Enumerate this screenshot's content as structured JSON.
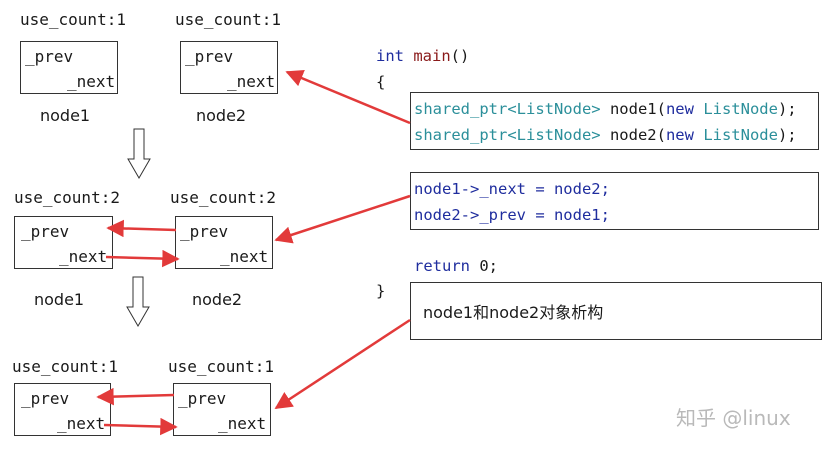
{
  "stages": [
    {
      "node1": {
        "use_count": "use_count:1",
        "prev": "_prev",
        "next": "_next",
        "name": "node1"
      },
      "node2": {
        "use_count": "use_count:1",
        "prev": "_prev",
        "next": "_next",
        "name": "node2"
      }
    },
    {
      "node1": {
        "use_count": "use_count:2",
        "prev": "_prev",
        "next": "_next",
        "name": "node1"
      },
      "node2": {
        "use_count": "use_count:2",
        "prev": "_prev",
        "next": "_next",
        "name": "node2"
      }
    },
    {
      "node1": {
        "use_count": "use_count:1",
        "prev": "_prev",
        "next": "_next"
      },
      "node2": {
        "use_count": "use_count:1",
        "prev": "_prev",
        "next": "_next"
      }
    }
  ],
  "code": {
    "sig_kw": "int",
    "sig_fn": "main",
    "sig_paren": "()",
    "open_brace": "{",
    "close_brace": "}",
    "line1": {
      "type": "shared_ptr<ListNode>",
      "rest1": " node1(",
      "new": "new",
      "sp": " ",
      "type2": "ListNode",
      "end": ");"
    },
    "line2": {
      "type": "shared_ptr<ListNode>",
      "rest1": " node2(",
      "new": "new",
      "sp": " ",
      "type2": "ListNode",
      "end": ");"
    },
    "assign1": "node1->_next = node2;",
    "assign2": "node2->_prev = node1;",
    "ret_kw": "return",
    "ret_val": " 0;",
    "destruct": "node1和node2对象析构"
  },
  "watermark": "知乎 @linux",
  "colors": {
    "arrow": "#e23a3a",
    "keyword": "#1f2d9e",
    "function": "#8a1a1a",
    "type": "#2b8f9a"
  }
}
